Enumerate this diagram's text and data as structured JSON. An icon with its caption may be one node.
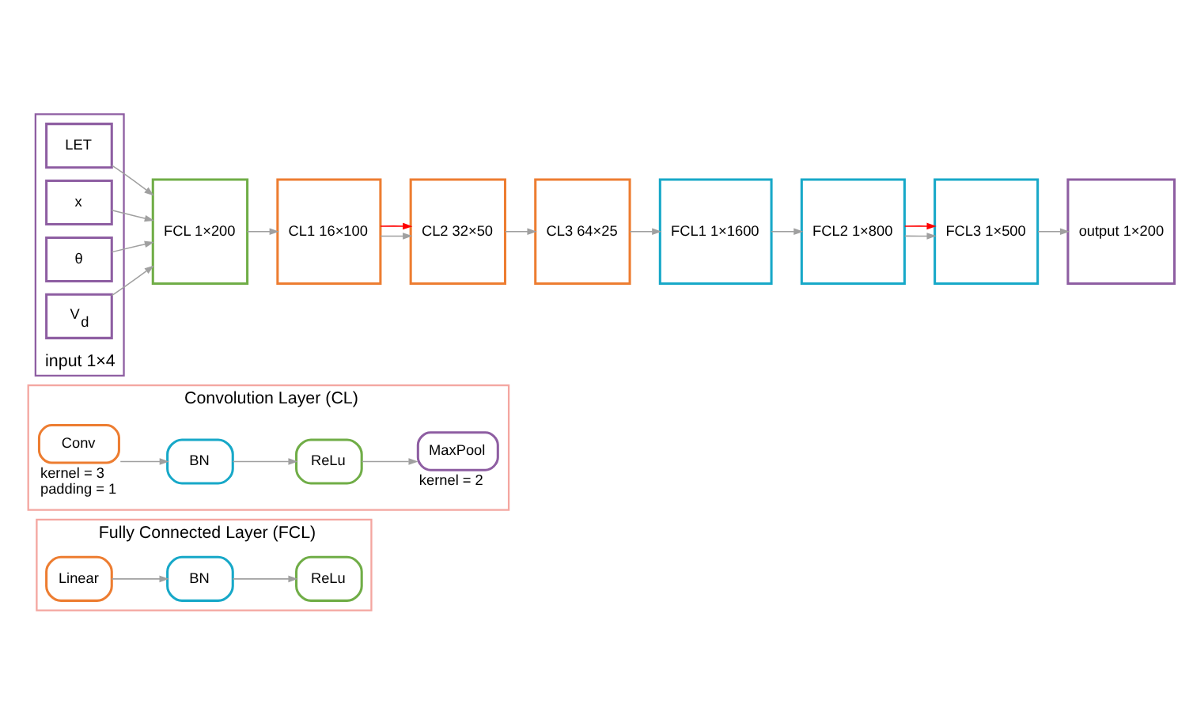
{
  "diagram": {
    "nodes": [
      {
        "text": [
          "input 1×4"
        ]
      },
      {
        "text": [
          "LET"
        ],
        "in": 0
      },
      {
        "text": [
          "x"
        ],
        "in": 0
      },
      {
        "text": [
          "θ"
        ],
        "in": 0
      },
      {
        "text": [
          "V$_{d}$"
        ],
        "in": 0
      },
      {
        "text": [
          "FCL 1×200"
        ]
      },
      {
        "text": [
          "CL1 16×100"
        ]
      },
      {
        "text": [
          "CL2 32×50"
        ]
      },
      {
        "text": [
          "CL3 64×25"
        ]
      },
      {
        "text": [
          "FCL1 1×1600"
        ]
      },
      {
        "text": [
          "FCL2 1×800"
        ]
      },
      {
        "text": [
          "FCL3 1×500"
        ]
      },
      {
        "text": [
          "output 1×200"
        ]
      },
      {
        "text": [
          "Convolution Layer (CL)"
        ]
      },
      {
        "text": [
          "Conv"
        ],
        "in": 13,
        "beside": [
          "kernel = 3",
          "padding = 1"
        ]
      },
      {
        "text": [
          "BN"
        ],
        "in": 13
      },
      {
        "text": [
          "ReLu"
        ],
        "in": 13
      },
      {
        "text": [
          "MaxPool"
        ],
        "in": 13,
        "beside": [
          "kernel = 2"
        ]
      },
      {
        "text": [
          "Fully Connected Layer (FCL)"
        ]
      },
      {
        "text": [
          "Linear"
        ],
        "in": 18
      },
      {
        "text": [
          "BN"
        ],
        "in": 18
      },
      {
        "text": [
          "ReLu"
        ],
        "in": 18
      }
    ],
    "edges": [
      {
        "from": 1,
        "to": 5,
        "arrow": "to"
      },
      {
        "from": 2,
        "to": 5,
        "arrow": "to"
      },
      {
        "from": 3,
        "to": 5,
        "arrow": "to"
      },
      {
        "from": 4,
        "to": 5,
        "arrow": "to"
      },
      {
        "from": 5,
        "to": 6,
        "arrow": "to"
      },
      {
        "from": 6,
        "to": 7,
        "arrow": "to"
      },
      {
        "from": 6,
        "to": 7,
        "arrow": "to",
        "color": "#ff0000"
      },
      {
        "from": 7,
        "to": 8,
        "arrow": "to"
      },
      {
        "from": 8,
        "to": 9,
        "arrow": "to"
      },
      {
        "from": 9,
        "to": 10,
        "arrow": "to"
      },
      {
        "from": 10,
        "to": 11,
        "arrow": "to"
      },
      {
        "from": 10,
        "to": 11,
        "arrow": "to",
        "color": "#ff0000"
      },
      {
        "from": 11,
        "to": 12,
        "arrow": "to"
      },
      {
        "from": 14,
        "to": 15,
        "arrow": "to"
      },
      {
        "from": 15,
        "to": 16,
        "arrow": "to"
      },
      {
        "from": 16,
        "to": 17,
        "arrow": "to"
      },
      {
        "from": 19,
        "to": 20,
        "arrow": "to"
      },
      {
        "from": 20,
        "to": 21,
        "arrow": "to"
      }
    ]
  }
}
